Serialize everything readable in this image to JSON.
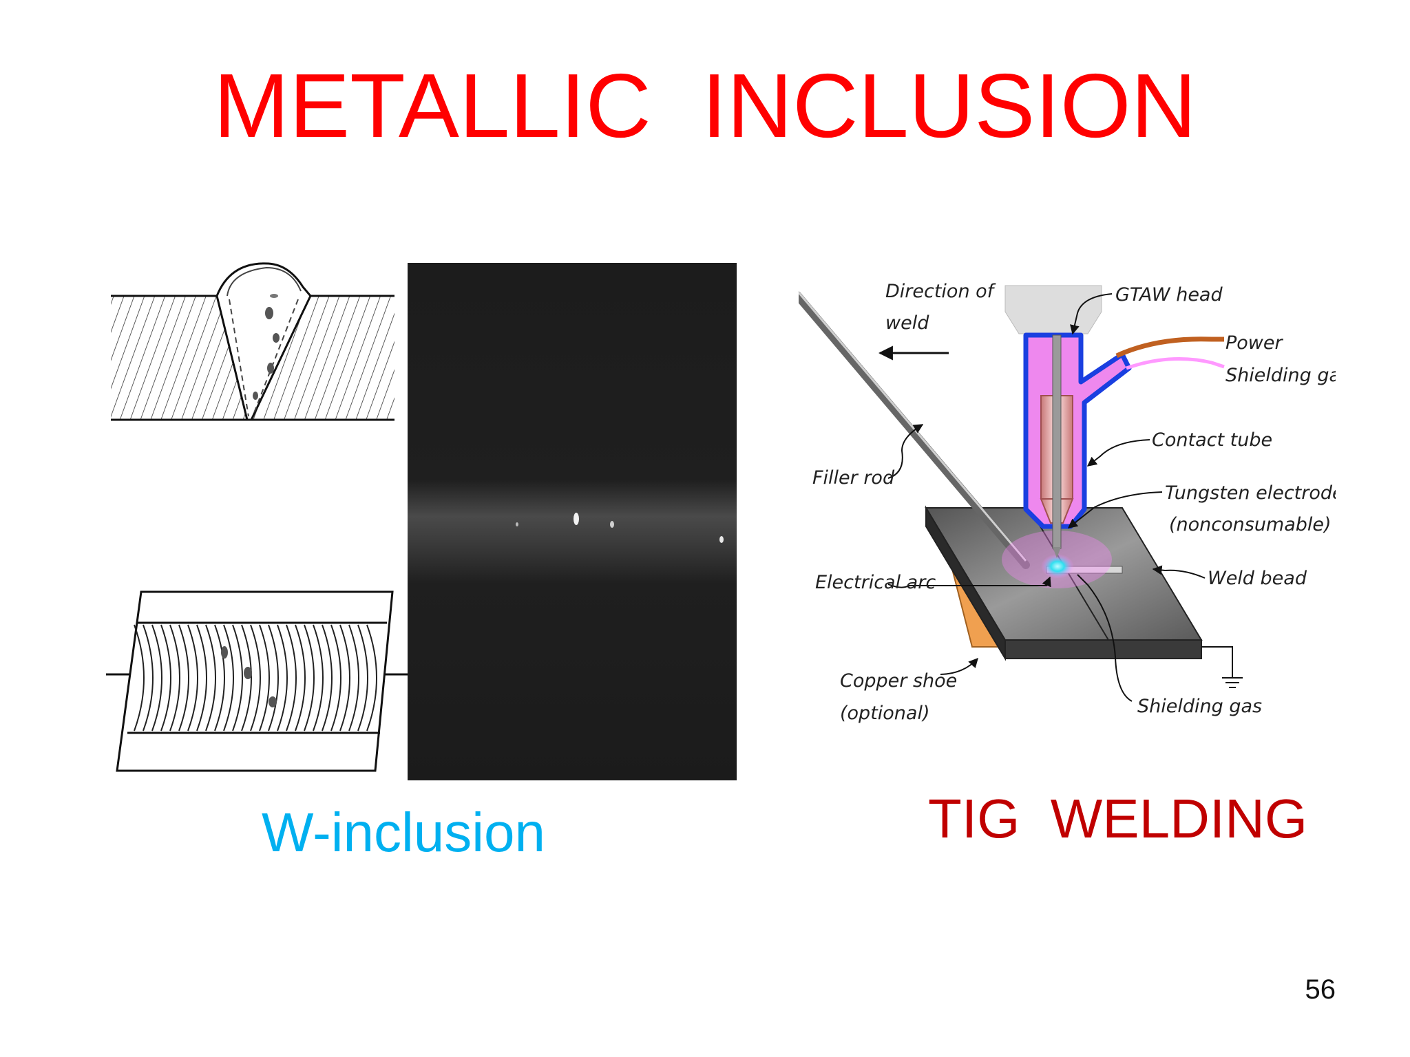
{
  "slide": {
    "title": "METALLIC  INCLUSION",
    "caption_left": "W-inclusion",
    "caption_right": "TIG  WELDING",
    "page_number": "56"
  },
  "colors": {
    "title": "#ff0000",
    "caption_left": "#00b0f0",
    "caption_right": "#c00000",
    "torch_body": "#ee88ee",
    "torch_outline": "#1a3fe0",
    "power_cable": "#c06020",
    "copper_shoe": "#f0a050",
    "arc_glow": "#30e0f0"
  },
  "diagram": {
    "labels": {
      "direction_1": "Direction of",
      "direction_2": "weld",
      "gtaw_head": "GTAW head",
      "power": "Power",
      "shielding_gas_top": "Shielding gas",
      "contact_tube": "Contact tube",
      "tungsten_1": "Tungsten electrode",
      "tungsten_2": "(nonconsumable)",
      "filler_rod": "Filler rod",
      "electrical_arc": "Electrical arc",
      "weld_bead": "Weld bead",
      "copper_shoe_1": "Copper shoe",
      "copper_shoe_2": "(optional)",
      "shielding_gas_bottom": "Shielding gas"
    }
  }
}
